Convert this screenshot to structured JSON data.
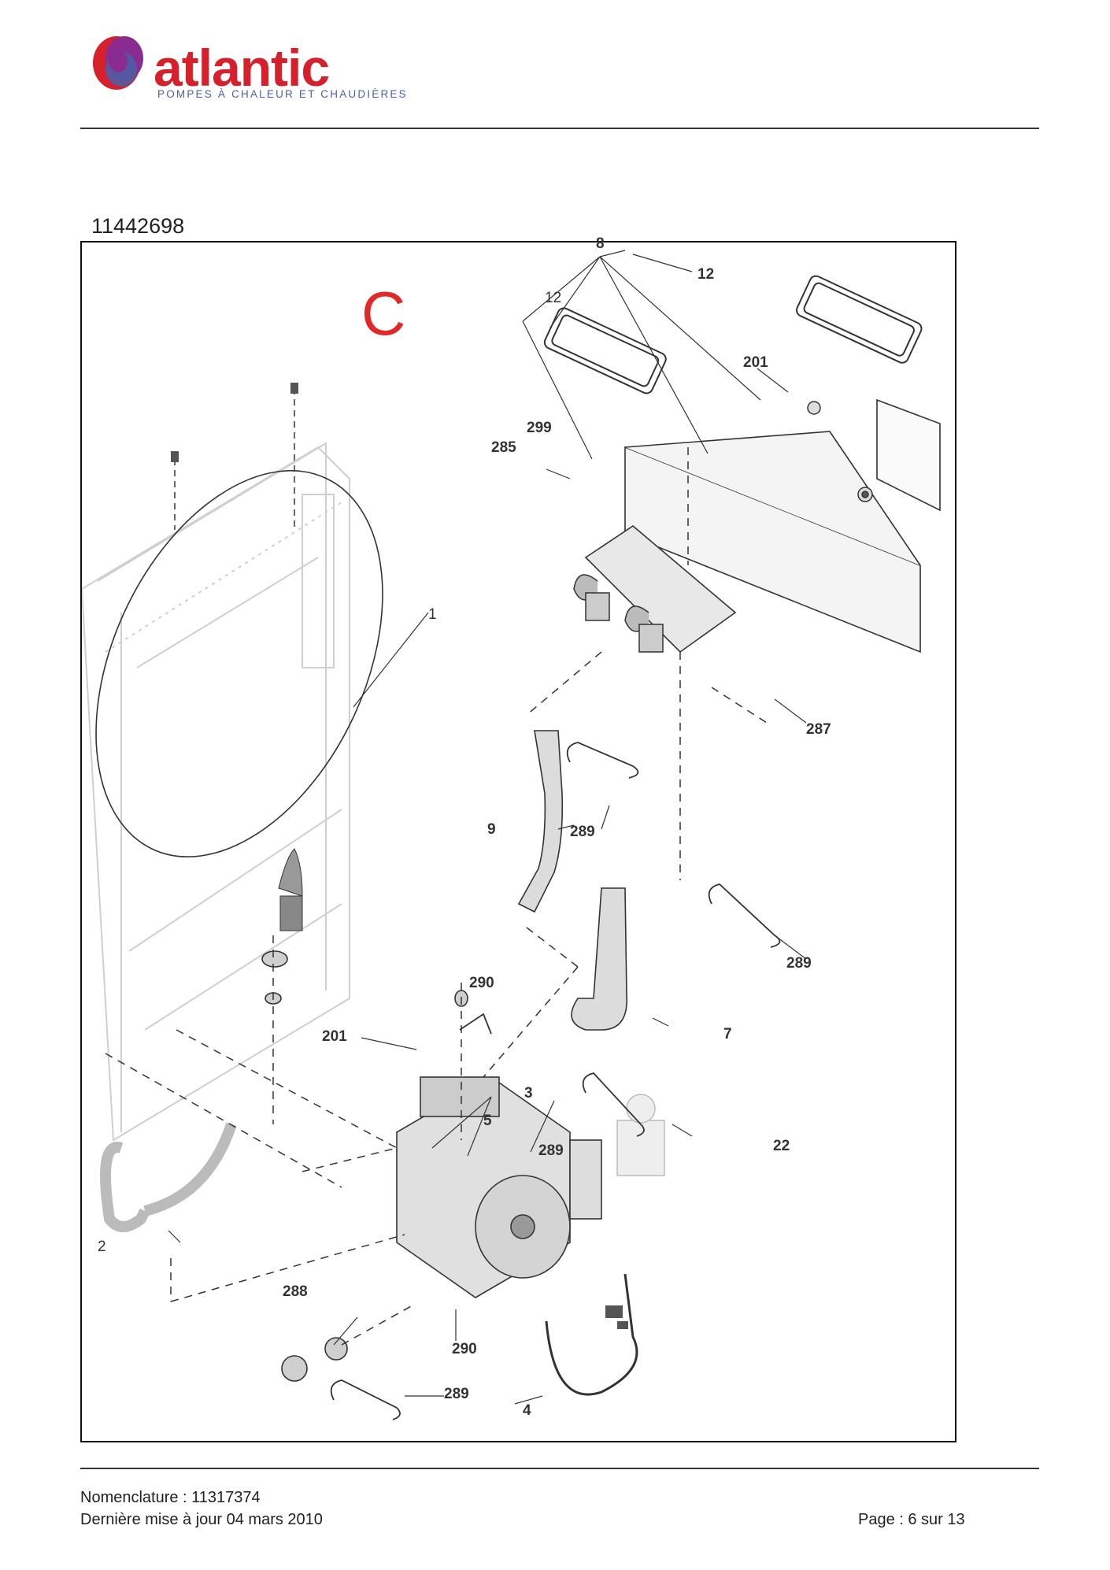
{
  "brand": {
    "name": "atlantic",
    "tagline": "POMPES À CHALEUR ET CHAUDIÈRES",
    "colors": {
      "red": "#d6212c",
      "blue": "#4a5fa8",
      "purple": "#8a2b8f"
    }
  },
  "document": {
    "reference": "11442698",
    "section_letter": "C"
  },
  "callouts": [
    {
      "id": "c-8",
      "label": "8"
    },
    {
      "id": "c-12a",
      "label": "12"
    },
    {
      "id": "c-12b",
      "label": "12"
    },
    {
      "id": "c-201a",
      "label": "201"
    },
    {
      "id": "c-299",
      "label": "299"
    },
    {
      "id": "c-285",
      "label": "285"
    },
    {
      "id": "c-1",
      "label": "1"
    },
    {
      "id": "c-287",
      "label": "287"
    },
    {
      "id": "c-9",
      "label": "9"
    },
    {
      "id": "c-289a",
      "label": "289"
    },
    {
      "id": "c-289b",
      "label": "289"
    },
    {
      "id": "c-290a",
      "label": "290"
    },
    {
      "id": "c-201b",
      "label": "201"
    },
    {
      "id": "c-7",
      "label": "7"
    },
    {
      "id": "c-3",
      "label": "3"
    },
    {
      "id": "c-5",
      "label": "5"
    },
    {
      "id": "c-289c",
      "label": "289"
    },
    {
      "id": "c-22",
      "label": "22"
    },
    {
      "id": "c-2",
      "label": "2"
    },
    {
      "id": "c-288",
      "label": "288"
    },
    {
      "id": "c-290b",
      "label": "290"
    },
    {
      "id": "c-289d",
      "label": "289"
    },
    {
      "id": "c-4",
      "label": "4"
    }
  ],
  "footer": {
    "nomenclature": "Nomenclature : 11317374",
    "last_update": "Dernière mise à jour 04 mars 2010",
    "page": "Page : 6 sur 13"
  }
}
